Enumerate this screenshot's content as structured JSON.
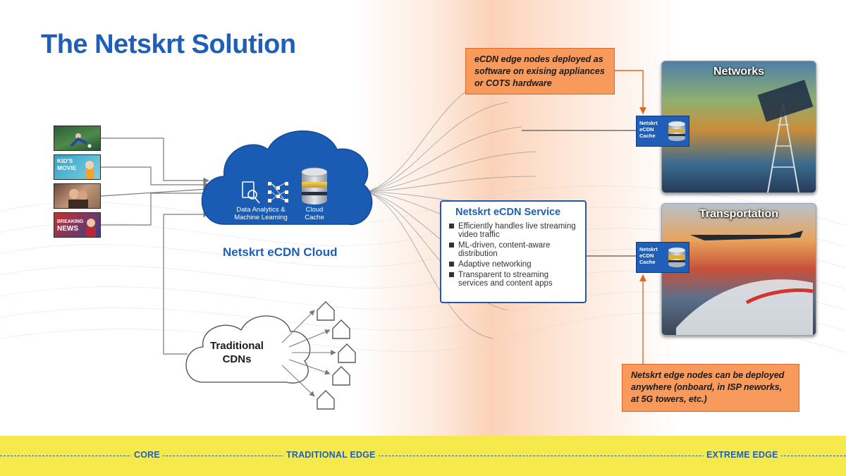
{
  "title": "The Netskrt Solution",
  "callouts": {
    "top": "eCDN edge nodes deployed as software on exising appliances or COTS hardware",
    "bottom": "Netskrt edge nodes can be deployed anywhere (onboard, in ISP neworks, at 5G towers, etc.)"
  },
  "cloud": {
    "analytics_label": [
      "Data Analytics &",
      "Machine Learning"
    ],
    "cache_label": [
      "Cloud",
      "Cache"
    ],
    "caption": "Netskrt eCDN Cloud"
  },
  "traditional": {
    "label": [
      "Traditional",
      "CDNs"
    ]
  },
  "service": {
    "title": "Netskrt eCDN Service",
    "items": [
      "Efficiently handles live streaming video traffic",
      "ML-driven, content-aware distribution",
      "Adaptive networking",
      "Transparent to streaming services and content apps"
    ]
  },
  "content_thumbnails": [
    {
      "kind": "sports"
    },
    {
      "kind": "kids-movie",
      "text": [
        "KID'S",
        "MOVIE"
      ]
    },
    {
      "kind": "drama"
    },
    {
      "kind": "news",
      "text": [
        "BREAKING",
        "NEWS"
      ]
    }
  ],
  "edge": {
    "networks_label": "Networks",
    "transportation_label": "Transportation",
    "badge_lines": [
      "Netskrt",
      "eCDN",
      "Cache"
    ]
  },
  "band": {
    "core": "CORE",
    "traditional_edge": "TRADITIONAL EDGE",
    "extreme_edge": "EXTREME EDGE"
  },
  "colors": {
    "brand_blue": "#1f5fb8",
    "cloud_blue": "#1a5bb3",
    "callout_orange": "#f79a5b",
    "band_yellow": "#f6e94b"
  },
  "icons": [
    "database-icon",
    "magnifier-chart-icon",
    "neural-network-icon",
    "house-icon"
  ]
}
